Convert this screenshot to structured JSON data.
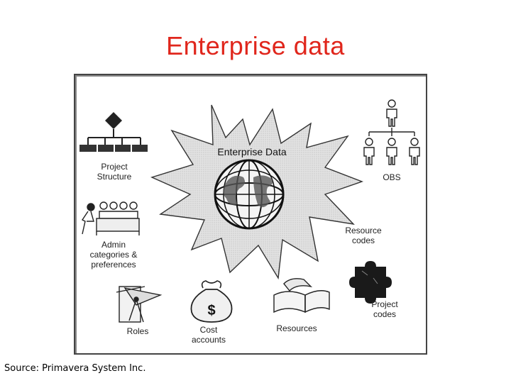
{
  "title": "Enterprise data",
  "source": "Source: Primavera System Inc.",
  "diagram": {
    "center_label": "Enterprise Data",
    "labels": {
      "project_structure": "Project\nStructure",
      "obs": "OBS",
      "admin": "Admin\ncategories &\npreferences",
      "resource_codes": "Resource\ncodes",
      "roles": "Roles",
      "cost_accounts": "Cost\naccounts",
      "resources": "Resources",
      "project_codes": "Project\ncodes"
    },
    "icons": [
      "hierarchy-chart-icon",
      "org-chart-people-icon",
      "meeting-table-icon",
      "globe-icon",
      "puzzle-piece-icon",
      "drafting-tools-icon",
      "money-bag-icon",
      "open-book-icon"
    ]
  }
}
